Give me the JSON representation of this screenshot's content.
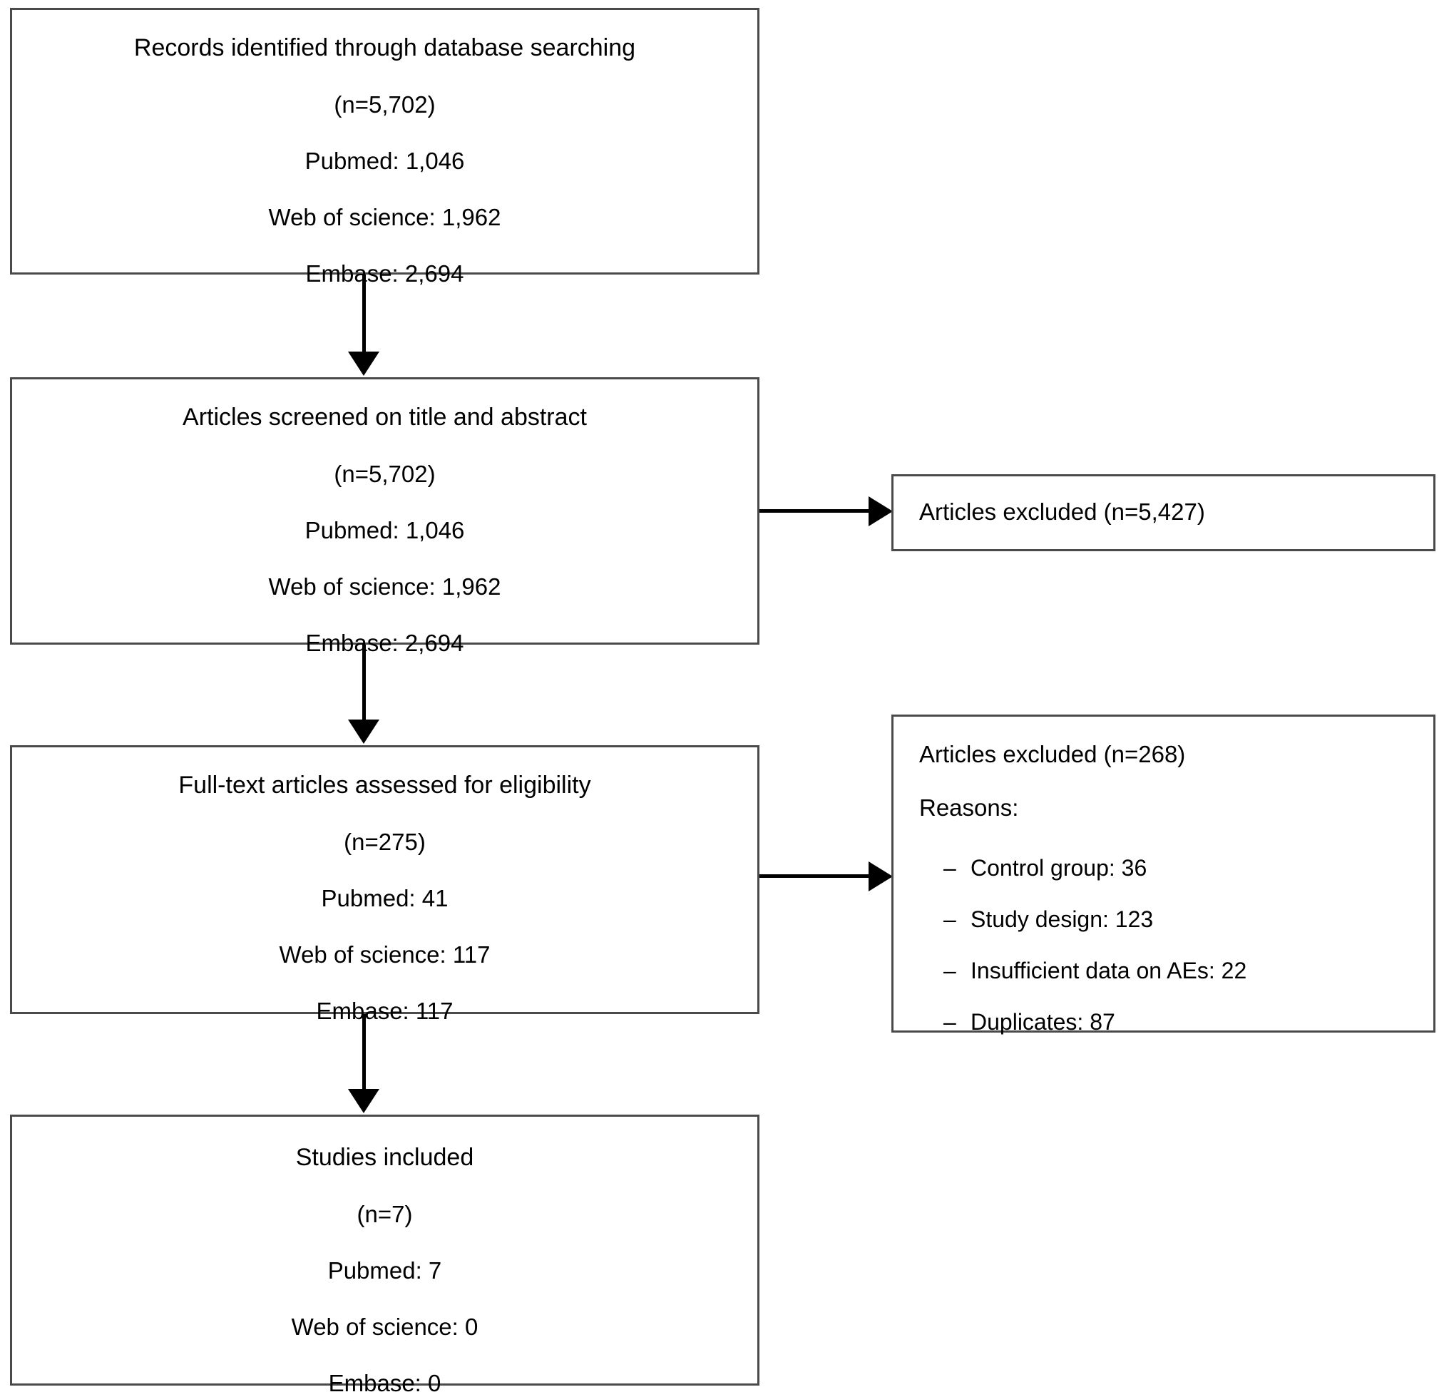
{
  "diagram": {
    "type": "prisma-flow-diagram",
    "boxes": {
      "identification": {
        "title": "Records identified through database searching",
        "total": "(n=5,702)",
        "sources": [
          "Pubmed: 1,046",
          "Web of science: 1,962",
          "Embase: 2,694"
        ]
      },
      "screening": {
        "title": "Articles screened on title and abstract",
        "total": "(n=5,702)",
        "sources": [
          "Pubmed: 1,046",
          "Web of science: 1,962",
          "Embase: 2,694"
        ]
      },
      "eligibility": {
        "title": "Full-text articles assessed for eligibility",
        "total": "(n=275)",
        "sources": [
          "Pubmed: 41",
          "Web of science: 117",
          "Embase: 117"
        ]
      },
      "included": {
        "title": "Studies included",
        "total": "(n=7)",
        "sources": [
          "Pubmed: 7",
          "Web of science: 0",
          "Embase: 0"
        ]
      },
      "excluded_screening": {
        "title": "Articles excluded (n=5,427)"
      },
      "excluded_eligibility": {
        "title": "Articles excluded (n=268)",
        "reasons_label": "Reasons:",
        "dash": "–",
        "reasons": [
          "Control group: 36",
          "Study design: 123",
          "Insufficient data on AEs: 22",
          "Duplicates: 87"
        ]
      }
    },
    "colors": {
      "box_border": "#4a4a4a",
      "connector": "#000000",
      "background": "#ffffff",
      "text": "#000000"
    }
  }
}
